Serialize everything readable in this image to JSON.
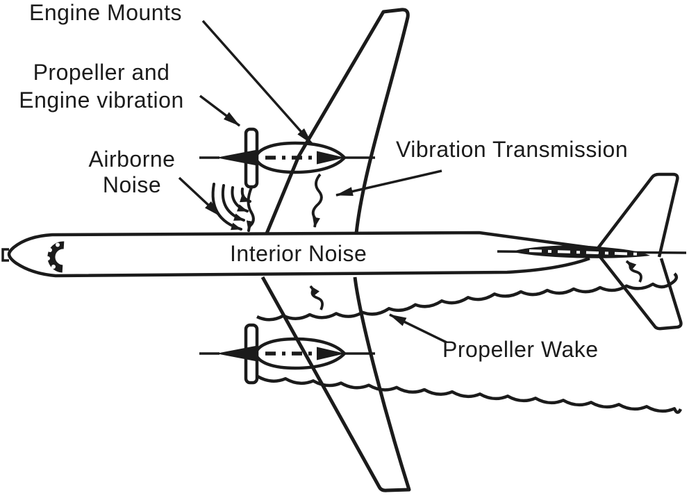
{
  "figure": {
    "type": "aircraft-interior-noise-sources-diagram",
    "background": "#ffffff",
    "ink": "#1b1b1b",
    "labels": {
      "engine_mounts": "Engine Mounts",
      "propeller_engine_vibration": [
        "Propeller and",
        "Engine vibration"
      ],
      "airborne_noise": [
        "Airborne",
        "Noise"
      ],
      "vibration_transmission": "Vibration Transmission",
      "interior_noise": "Interior Noise",
      "propeller_wake": "Propeller Wake"
    }
  }
}
